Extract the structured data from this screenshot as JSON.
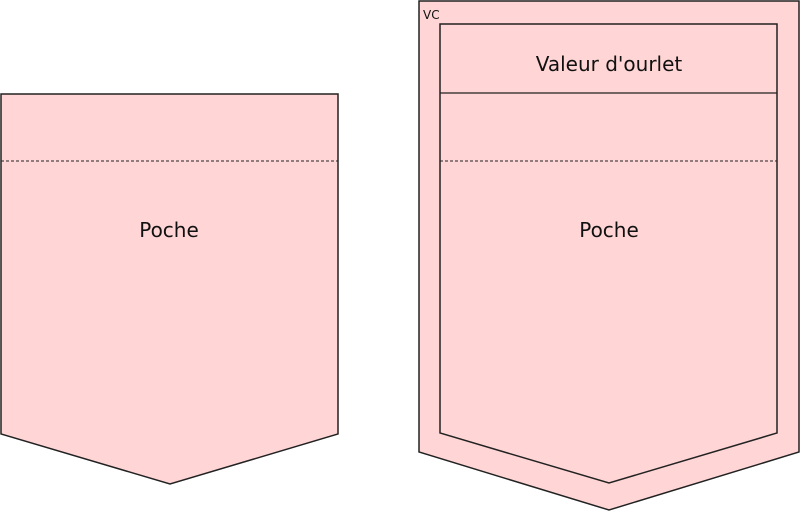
{
  "colors": {
    "fill": "#ffd5d5",
    "stroke": "#222222"
  },
  "left_pocket": {
    "label": "Poche"
  },
  "right_pocket": {
    "outer_label": "VC",
    "hem_label": "Valeur d'ourlet",
    "label": "Poche"
  }
}
